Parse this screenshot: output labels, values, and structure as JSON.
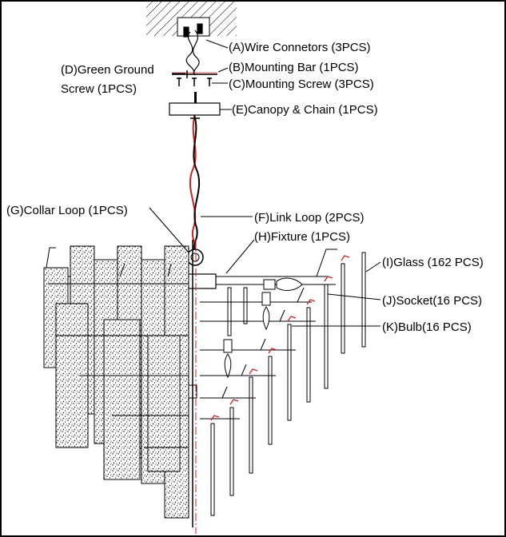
{
  "labels": {
    "a": "(A)Wire Connetors (3PCS)",
    "b": "(B)Mounting Bar (1PCS)",
    "c": "(C)Mounting Screw (3PCS)",
    "d1": "(D)Green Ground",
    "d2": "Screw (1PCS)",
    "e": "(E)Canopy & Chain (1PCS)",
    "g": "(G)Collar Loop (1PCS)",
    "f": "(F)Link Loop (2PCS)",
    "h": "(H)Fixture (1PCS)",
    "i": "(I)Glass (162 PCS)",
    "j": "(J)Socket(16 PCS)",
    "k": "(K)Bulb(16 PCS)"
  },
  "colors": {
    "line": "#000000",
    "wire": "#cc2222",
    "centerline": "#cc2222"
  }
}
